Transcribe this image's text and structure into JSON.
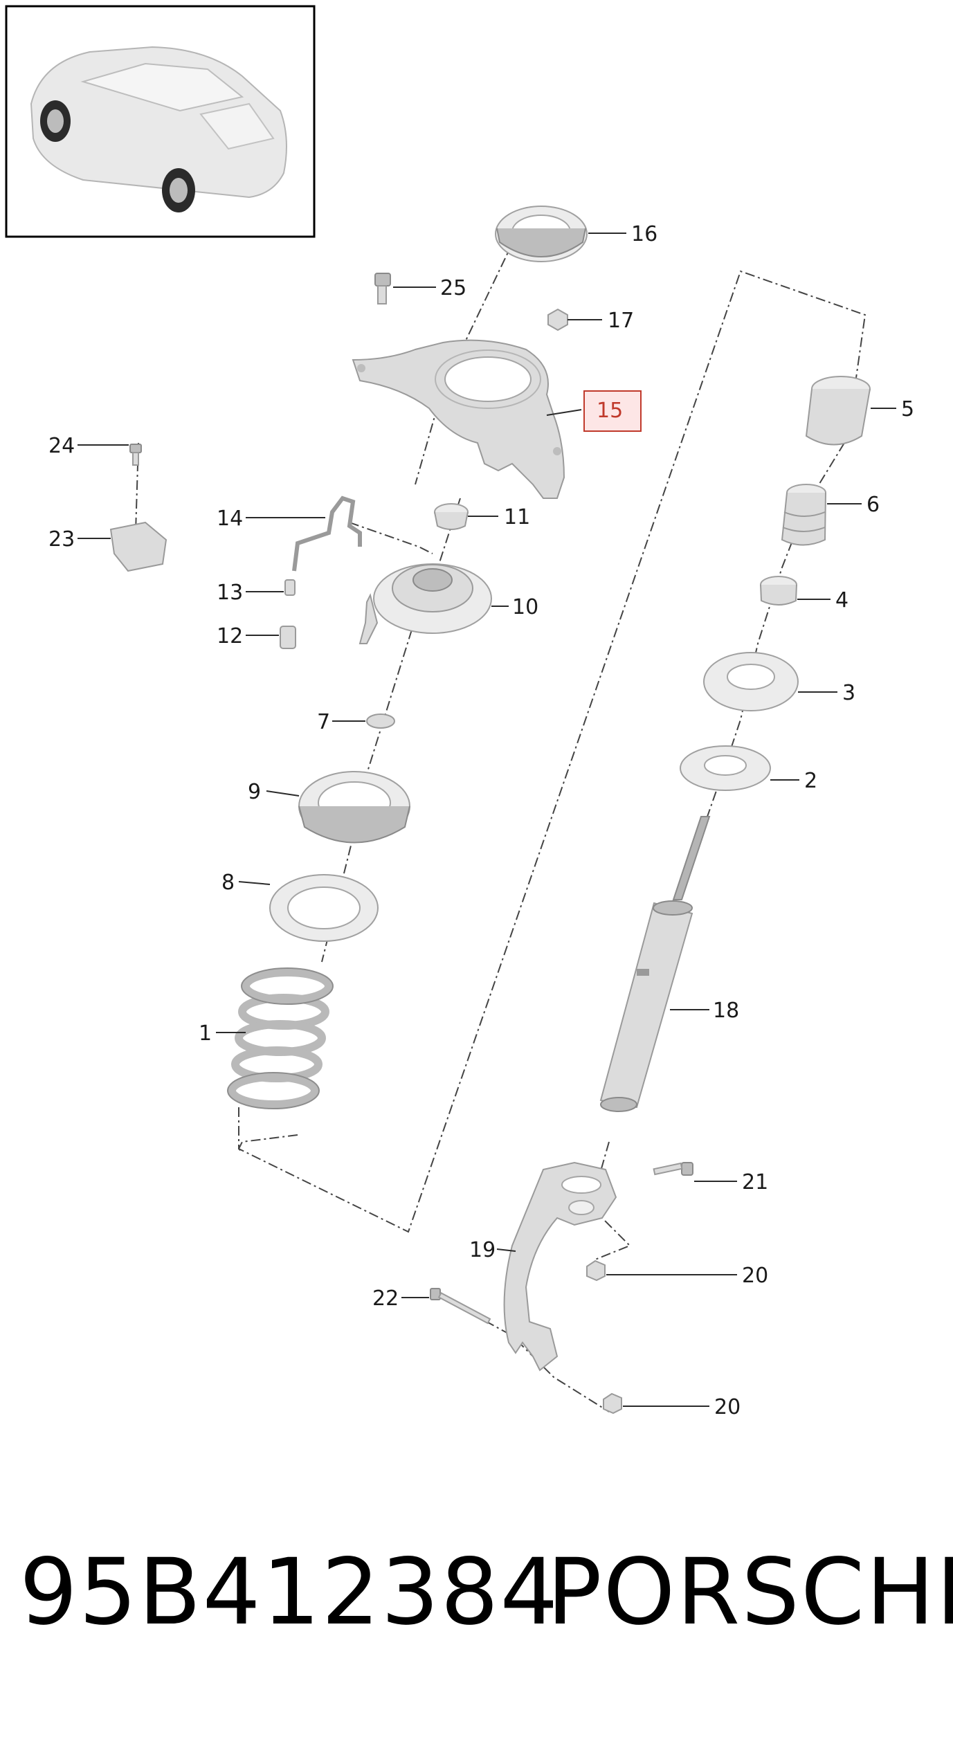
{
  "callouts": {
    "c1": "1",
    "c2": "2",
    "c3": "3",
    "c4": "4",
    "c5": "5",
    "c6": "6",
    "c7": "7",
    "c8": "8",
    "c9": "9",
    "c10": "10",
    "c11": "11",
    "c12": "12",
    "c13": "13",
    "c14": "14",
    "c15": "15",
    "c16": "16",
    "c17": "17",
    "c18": "18",
    "c19": "19",
    "c20a": "20",
    "c20b": "20",
    "c21": "21",
    "c22": "22",
    "c23": "23",
    "c24": "24",
    "c25": "25"
  },
  "highlighted_callout": "15",
  "highlight_color": "#c0392b",
  "footer": {
    "part_number": "95B412384",
    "brand": "PORSCHE"
  }
}
